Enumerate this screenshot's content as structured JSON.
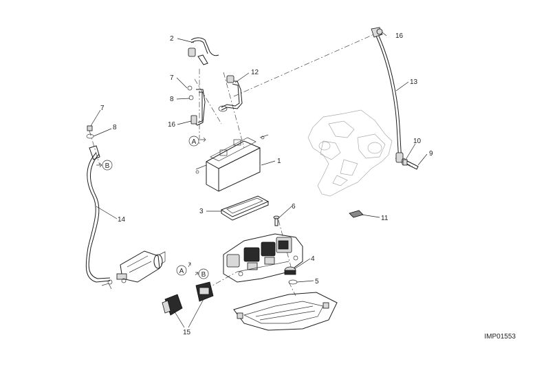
{
  "diagram_code": "IMP01553",
  "callouts": {
    "c1": "1",
    "c2": "2",
    "c3": "3",
    "c4": "4",
    "c5": "5",
    "c6": "6",
    "c7a": "7",
    "c7b": "7",
    "c8a": "8",
    "c8b": "8",
    "c9": "9",
    "c10": "10",
    "c11": "11",
    "c12": "12",
    "c13": "13",
    "c14": "14",
    "c15": "15",
    "c16a": "16",
    "c16b": "16"
  },
  "markers": {
    "a_top": "A",
    "b_left": "B",
    "a_bottom": "A",
    "b_bottom": "B"
  }
}
